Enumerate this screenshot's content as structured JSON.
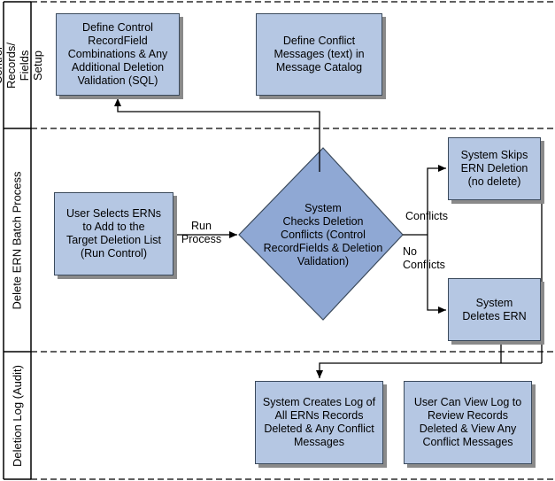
{
  "lanes": {
    "setup": "Control Records/\nFields Setup",
    "batch": "Delete ERN Batch Process",
    "log": "Deletion Log (Audit)"
  },
  "nodes": {
    "define_control": "Define Control\nRecordField\nCombinations & Any\nAdditional Deletion\nValidation (SQL)",
    "define_conflict": "Define Conflict\nMessages (text) in\nMessage Catalog",
    "user_selects": "User Selects ERNs\nto Add to the\nTarget Deletion List\n(Run Control)",
    "system_checks": "System\nChecks  Deletion\nConflicts (Control\nRecordFields & Deletion\nValidation)",
    "system_skips": "System Skips\nERN Deletion\n(no delete)",
    "system_deletes": "System\nDeletes ERN",
    "system_creates_log": "System Creates Log of\nAll ERNs Records\nDeleted & Any Conflict\nMessages",
    "user_view_log": "User Can View Log to\nReview Records\nDeleted & View Any\nConflict Messages"
  },
  "edge_labels": {
    "run_process": "Run\nProcess",
    "conflicts": "Conflicts",
    "no_conflicts": "No\nConflicts"
  },
  "colors": {
    "box_fill": "#b5c7e3",
    "diamond_fill": "#8fa8d4",
    "line": "#000000",
    "lane_divider": "#000000"
  }
}
